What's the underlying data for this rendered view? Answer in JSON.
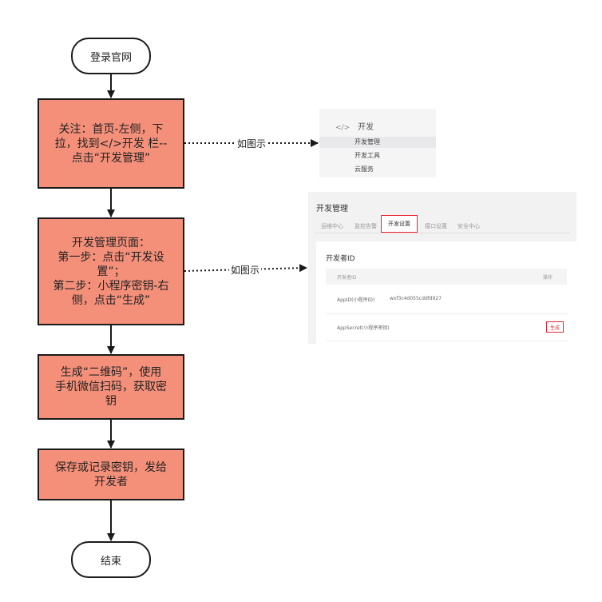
{
  "flow": {
    "start": "登录官网",
    "step1": [
      "关注：首页-左侧，下",
      "拉，找到</>开发 栏--",
      "点击“开发管理”"
    ],
    "step2": [
      "开发管理页面：",
      "第一步：点击“开发设",
      "置”；",
      "第二步：小程序密钥-右",
      "侧，点击“生成”"
    ],
    "step3": [
      "生成“二维码”，使用",
      "手机微信扫码，获取密",
      "钥"
    ],
    "step4": [
      "保存或记录密钥，发给",
      "开发者"
    ],
    "end": "结束"
  },
  "annotations": {
    "see_figure_1": "如图示",
    "see_figure_2": "如图示"
  },
  "screenshot1": {
    "code_icon": "</>",
    "header": "开发",
    "items": [
      "开发管理",
      "开发工具",
      "云服务"
    ],
    "active_index": 0
  },
  "screenshot2": {
    "title": "开发管理",
    "tabs": [
      "运维中心",
      "监控告警",
      "开发设置",
      "接口设置",
      "安全中心"
    ],
    "selected_tab": 2,
    "section": "开发者ID",
    "table_headers": [
      "开发者ID",
      "操作"
    ],
    "row1_label": "AppID(小程序ID)",
    "row1_value": "wxf3c4d055cddfd927",
    "row2_label": "AppSecret(小程序密钥)",
    "generate_button": "生成"
  },
  "colors": {
    "step_fill": "#f4907a",
    "border": "#1a1a1a",
    "highlight": "#e22233"
  }
}
